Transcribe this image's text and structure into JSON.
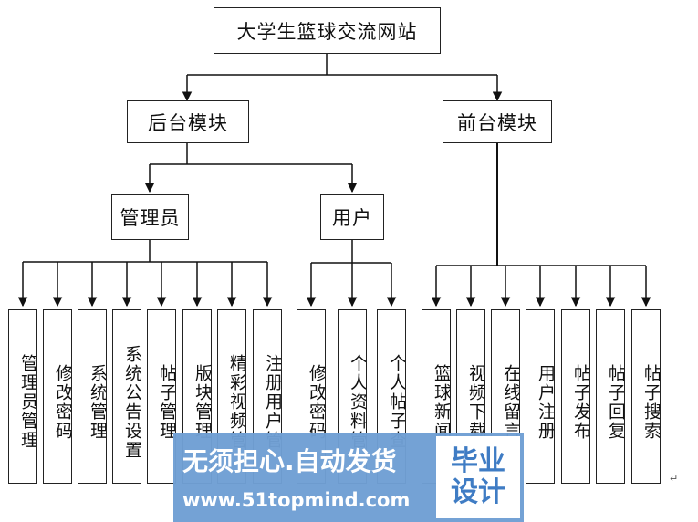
{
  "root": "大学生篮球交流网站",
  "backend": {
    "label": "后台模块",
    "admin": {
      "label": "管理员",
      "items": [
        "管理员管理",
        "修改密码",
        "系统管理",
        "系统公告设置",
        "帖子管理",
        "版块管理",
        "精彩视频管",
        "注册用户管"
      ]
    },
    "user": {
      "label": "用户",
      "items": [
        "修改密码",
        "个人资料管",
        "个人帖子查"
      ]
    }
  },
  "frontend": {
    "label": "前台模块",
    "items": [
      "篮球新闻",
      "视频下载",
      "在线留言",
      "用户注册",
      "帖子发布",
      "帖子回复",
      "帖子搜索"
    ]
  },
  "watermark": {
    "line1": "无须担心.自动发货",
    "line2": "www.51topmind.com",
    "badge_top": "毕业",
    "badge_bottom": "设计"
  },
  "paragraph_mark": "↵"
}
